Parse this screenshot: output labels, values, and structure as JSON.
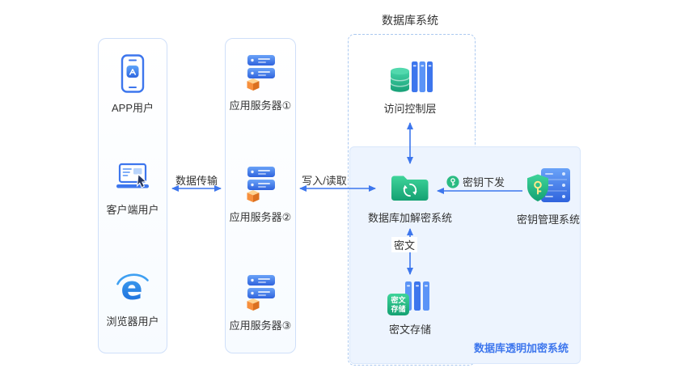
{
  "title": "数据库系统",
  "users": {
    "browser_glyph": "e",
    "items": [
      {
        "label": "APP用户",
        "icon": "phone-icon"
      },
      {
        "label": "客户端用户",
        "icon": "laptop-icon"
      },
      {
        "label": "浏览器用户",
        "icon": "ie-browser-icon"
      }
    ]
  },
  "app_servers": {
    "items": [
      {
        "label": "应用服务器①",
        "icon": "app-server-icon"
      },
      {
        "label": "应用服务器②",
        "icon": "app-server-icon"
      },
      {
        "label": "应用服务器③",
        "icon": "app-server-icon"
      }
    ]
  },
  "database_system": {
    "access_control": {
      "label": "访问控制层",
      "icon": "database-books-icon"
    },
    "encryption_system": {
      "label": "数据库加解密系统",
      "icon": "folder-sync-icon"
    },
    "cipher_storage": {
      "label": "密文存储",
      "icon": "cipher-box-icon",
      "chip_line1": "密文",
      "chip_line2": "存储"
    },
    "transparent_box_label": "数据库透明加密系统"
  },
  "key_management": {
    "label": "密钥管理系统",
    "icon": "shield-key-server-icon"
  },
  "edges": {
    "data_transfer": "数据传输",
    "write_read": "写入/读取",
    "key_distribute": "密钥下发",
    "cipher": "密文"
  },
  "colors": {
    "primary_blue": "#3d76ed",
    "green": "#2abb82",
    "panel_border": "#cfdff9",
    "inner_bg": "#edf4fe"
  }
}
